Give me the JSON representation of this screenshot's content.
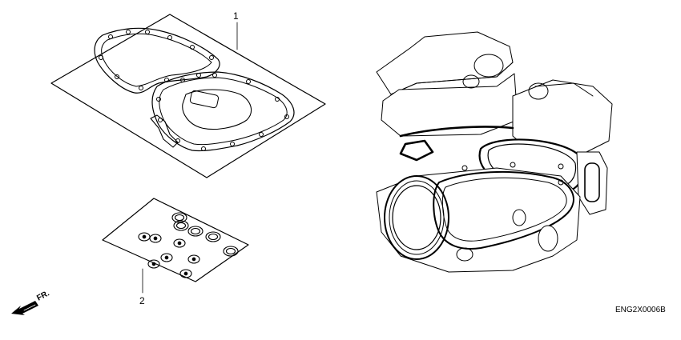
{
  "callouts": [
    {
      "number": "1"
    },
    {
      "number": "2"
    }
  ],
  "direction_marker": {
    "text": "FR.",
    "icon": "front-arrow-icon"
  },
  "reference_code": "ENG2X0006B",
  "colors": {
    "line": "#000000",
    "background": "#ffffff"
  }
}
